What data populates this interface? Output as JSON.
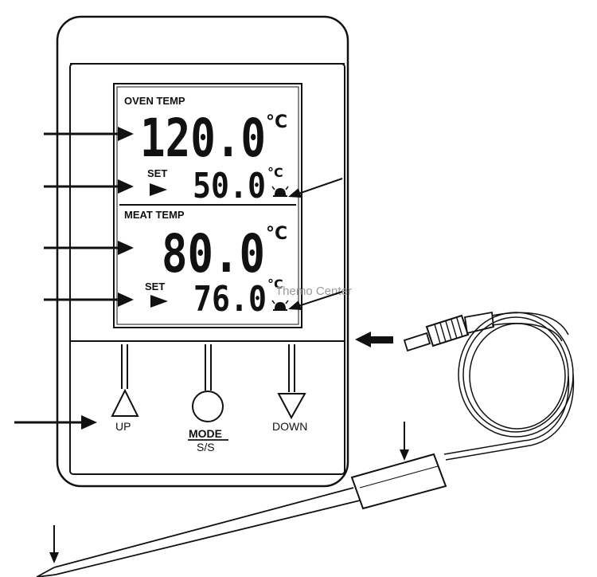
{
  "lcd": {
    "oven_label": "OVEN TEMP",
    "oven_value": "120.0",
    "oven_unit": "°C",
    "oven_set_label": "SET",
    "oven_set_value": "50.0",
    "oven_set_unit": "°C",
    "meat_label": "MEAT TEMP",
    "meat_value": "80.0",
    "meat_unit": "°C",
    "meat_set_label": "SET",
    "meat_set_value": "76.0",
    "meat_set_unit": "°C"
  },
  "buttons": {
    "up_label": "UP",
    "mode_label": "MODE",
    "ss_label": "S/S",
    "down_label": "DOWN"
  },
  "watermark": "Themo Center",
  "icons": [
    "arrow-right-icon",
    "arrow-left-icon",
    "arrow-down-icon",
    "triangle-up-icon",
    "circle-icon",
    "triangle-down-icon",
    "alarm-bell-icon",
    "play-triangle-icon"
  ]
}
